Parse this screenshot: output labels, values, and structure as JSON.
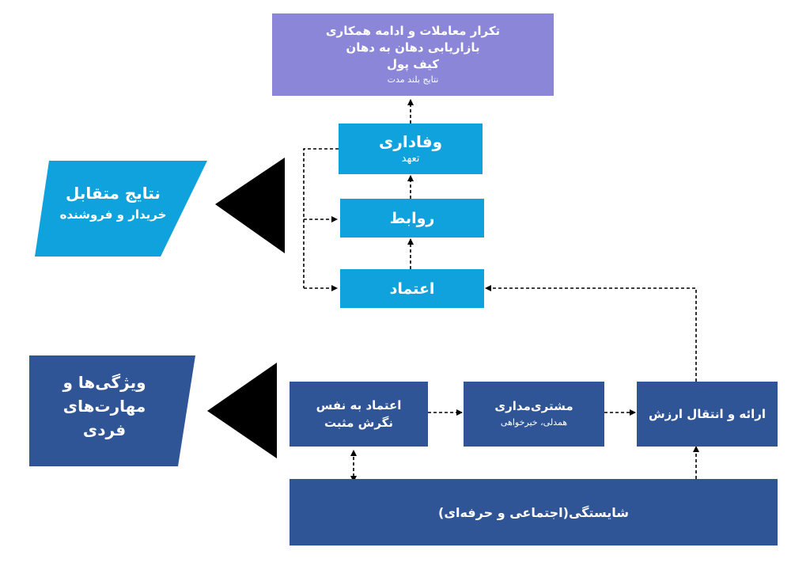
{
  "colors": {
    "purple": "#8C86D9",
    "cyan": "#0FA2DC",
    "navy": "#2F5597",
    "black": "#000000"
  },
  "top_box": {
    "line1": "تکرار معاملات و ادامه همکاری",
    "line2": "بازاریابی دهان به دهان",
    "line3": "کیف پول",
    "line4": "نتایج بلند مدت"
  },
  "loyalty": {
    "title": "وفاداری",
    "subtitle": "تعهد"
  },
  "relations": {
    "title": "روابط"
  },
  "trust": {
    "title": "اعتماد"
  },
  "mutual_results": {
    "title": "نتایج متقابل",
    "subtitle": "خریدار و فروشنده"
  },
  "individual_traits": {
    "line1": "ویژگی‌ها و",
    "line2": "مهارت‌های",
    "line3": "فردی"
  },
  "self_confidence": {
    "title": "اعتماد به نفس",
    "subtitle": "نگرش مثبت"
  },
  "customer_orientation": {
    "title": "مشتری‌مداری",
    "subtitle": "همدلی، خیرخواهی"
  },
  "value_delivery": {
    "title": "ارائه و انتقال ارزش"
  },
  "competence": {
    "title": "شایستگی(اجتماعی و حرفه‌ای)"
  }
}
